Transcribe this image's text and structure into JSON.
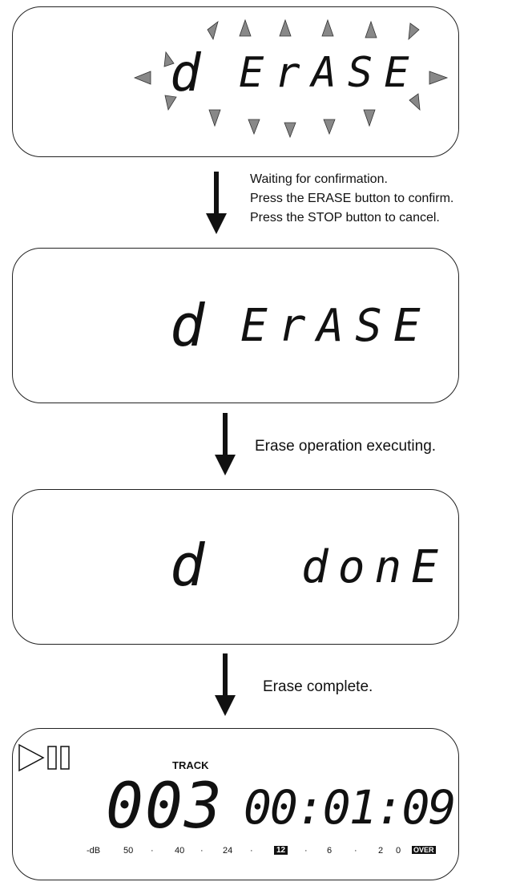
{
  "panel1": {
    "display_left": "d",
    "display_right": "ErASE"
  },
  "caption1": [
    "Waiting for confirmation.",
    "Press the ERASE button to confirm.",
    "Press the STOP button to cancel."
  ],
  "panel2": {
    "display_left": "d",
    "display_right": "ErASE"
  },
  "caption2": "Erase operation executing.",
  "panel3": {
    "display_left": "d",
    "display_right": "donE"
  },
  "caption3": "Erase complete.",
  "panel4": {
    "track_label": "TRACK",
    "track_number": "003",
    "time": "00:01:09",
    "meter_scale": [
      "-dB",
      "50",
      "·",
      "40",
      "·",
      "24",
      "·",
      "12",
      "·",
      "6",
      "·",
      "2",
      "0",
      "OVER"
    ],
    "meter_highlight": "12"
  }
}
